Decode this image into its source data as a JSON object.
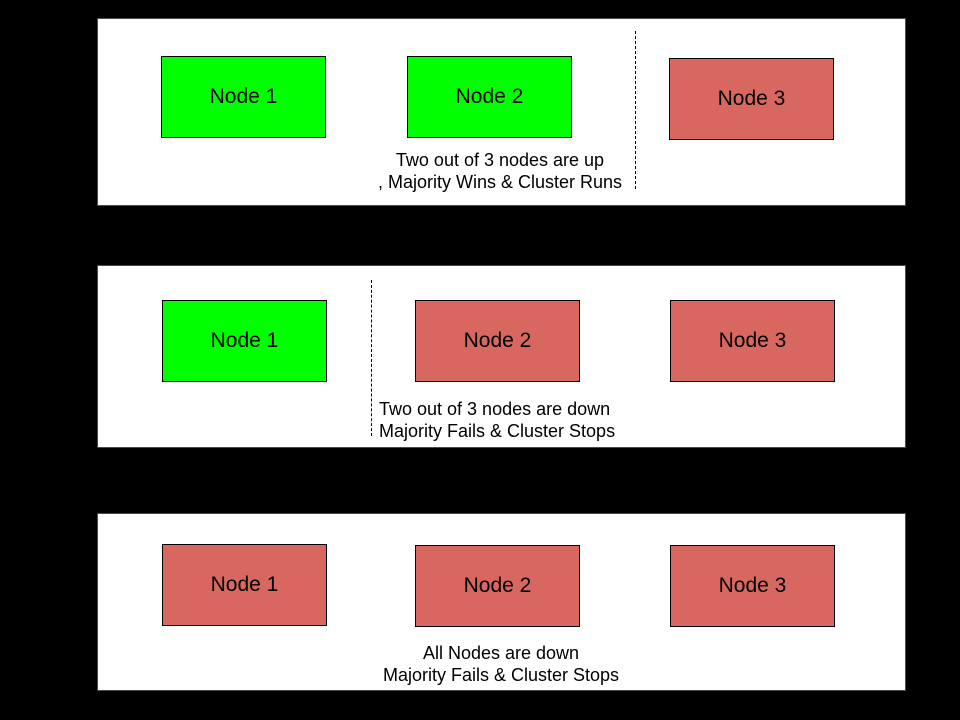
{
  "colors": {
    "canvas_bg": "#000000",
    "panel_bg": "#ffffff",
    "node_up": "#00ff00",
    "node_down": "#d8685f",
    "outline": "#000000"
  },
  "panels": [
    {
      "nodes": [
        {
          "label": "Node 1",
          "status": "up"
        },
        {
          "label": "Node 2",
          "status": "up"
        },
        {
          "label": "Node 3",
          "status": "down"
        }
      ],
      "caption": {
        "line1": "Two out of 3 nodes are up",
        "line2": ", Majority Wins & Cluster Runs"
      }
    },
    {
      "nodes": [
        {
          "label": "Node 1",
          "status": "up"
        },
        {
          "label": "Node 2",
          "status": "down"
        },
        {
          "label": "Node 3",
          "status": "down"
        }
      ],
      "caption": {
        "line1": "Two out of 3 nodes are down",
        "line2": "Majority Fails & Cluster Stops"
      }
    },
    {
      "nodes": [
        {
          "label": "Node 1",
          "status": "down"
        },
        {
          "label": "Node 2",
          "status": "down"
        },
        {
          "label": "Node 3",
          "status": "down"
        }
      ],
      "caption": {
        "line1": "All Nodes are down",
        "line2": "Majority Fails & Cluster Stops"
      }
    }
  ]
}
